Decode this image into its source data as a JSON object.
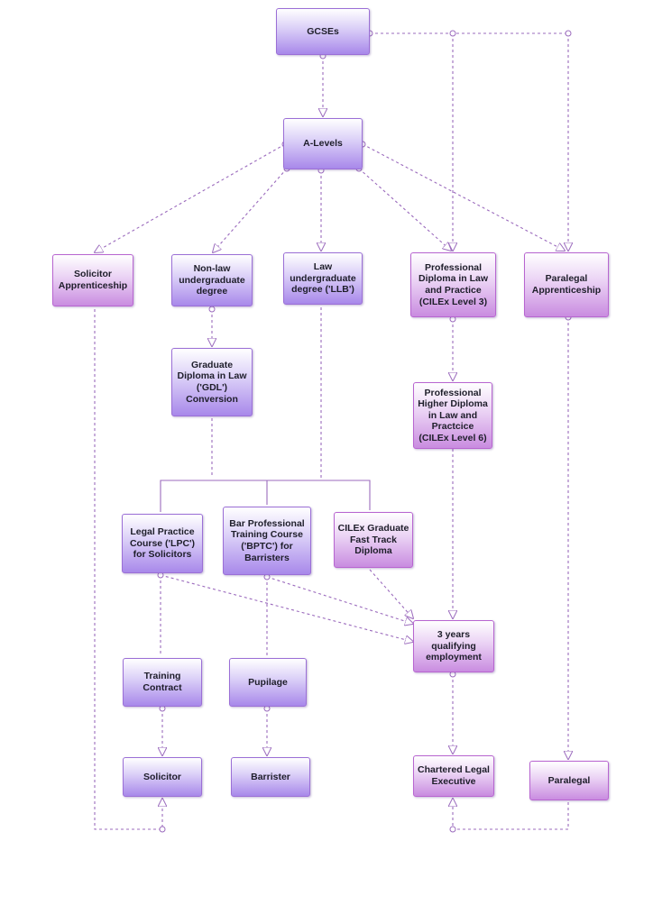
{
  "diagram": {
    "nodes": {
      "gcses": "GCSEs",
      "a_levels": "A-Levels",
      "solicitor_apprenticeship": "Solicitor\nApprenticeship",
      "non_law_degree": "Non-law\nundergraduate\ndegree",
      "law_degree": "Law\nundergraduate\ndegree ('LLB')",
      "professional_diploma": "Professional\nDiploma in Law\nand Practice\n(CILEx Level 3)",
      "paralegal_apprenticeship": "Paralegal\nApprenticeship",
      "gdl": "Graduate\nDiploma in Law\n('GDL')\nConversion",
      "professional_higher_diploma": "Professional\nHigher Diploma\nin Law and\nPractcice\n(CILEx Level 6)",
      "lpc": "Legal Practice\nCourse ('LPC')\nfor Solicitors",
      "bptc": "Bar Professional\nTraining Course\n('BPTC') for\nBarristers",
      "cilex_fast_track": "CILEx Graduate\nFast Track\nDiploma",
      "qualifying_employment": "3 years\nqualifying\nemployment",
      "training_contract": "Training\nContract",
      "pupilage": "Pupilage",
      "solicitor": "Solicitor",
      "barrister": "Barrister",
      "chartered_legal_executive": "Chartered Legal\nExecutive",
      "paralegal": "Paralegal"
    },
    "colors": {
      "node_fill": "#b79cf0",
      "node_fill_pink": "#d49ae6",
      "node_border": "#9b6fd6",
      "connector": "#9b6bbd"
    }
  }
}
